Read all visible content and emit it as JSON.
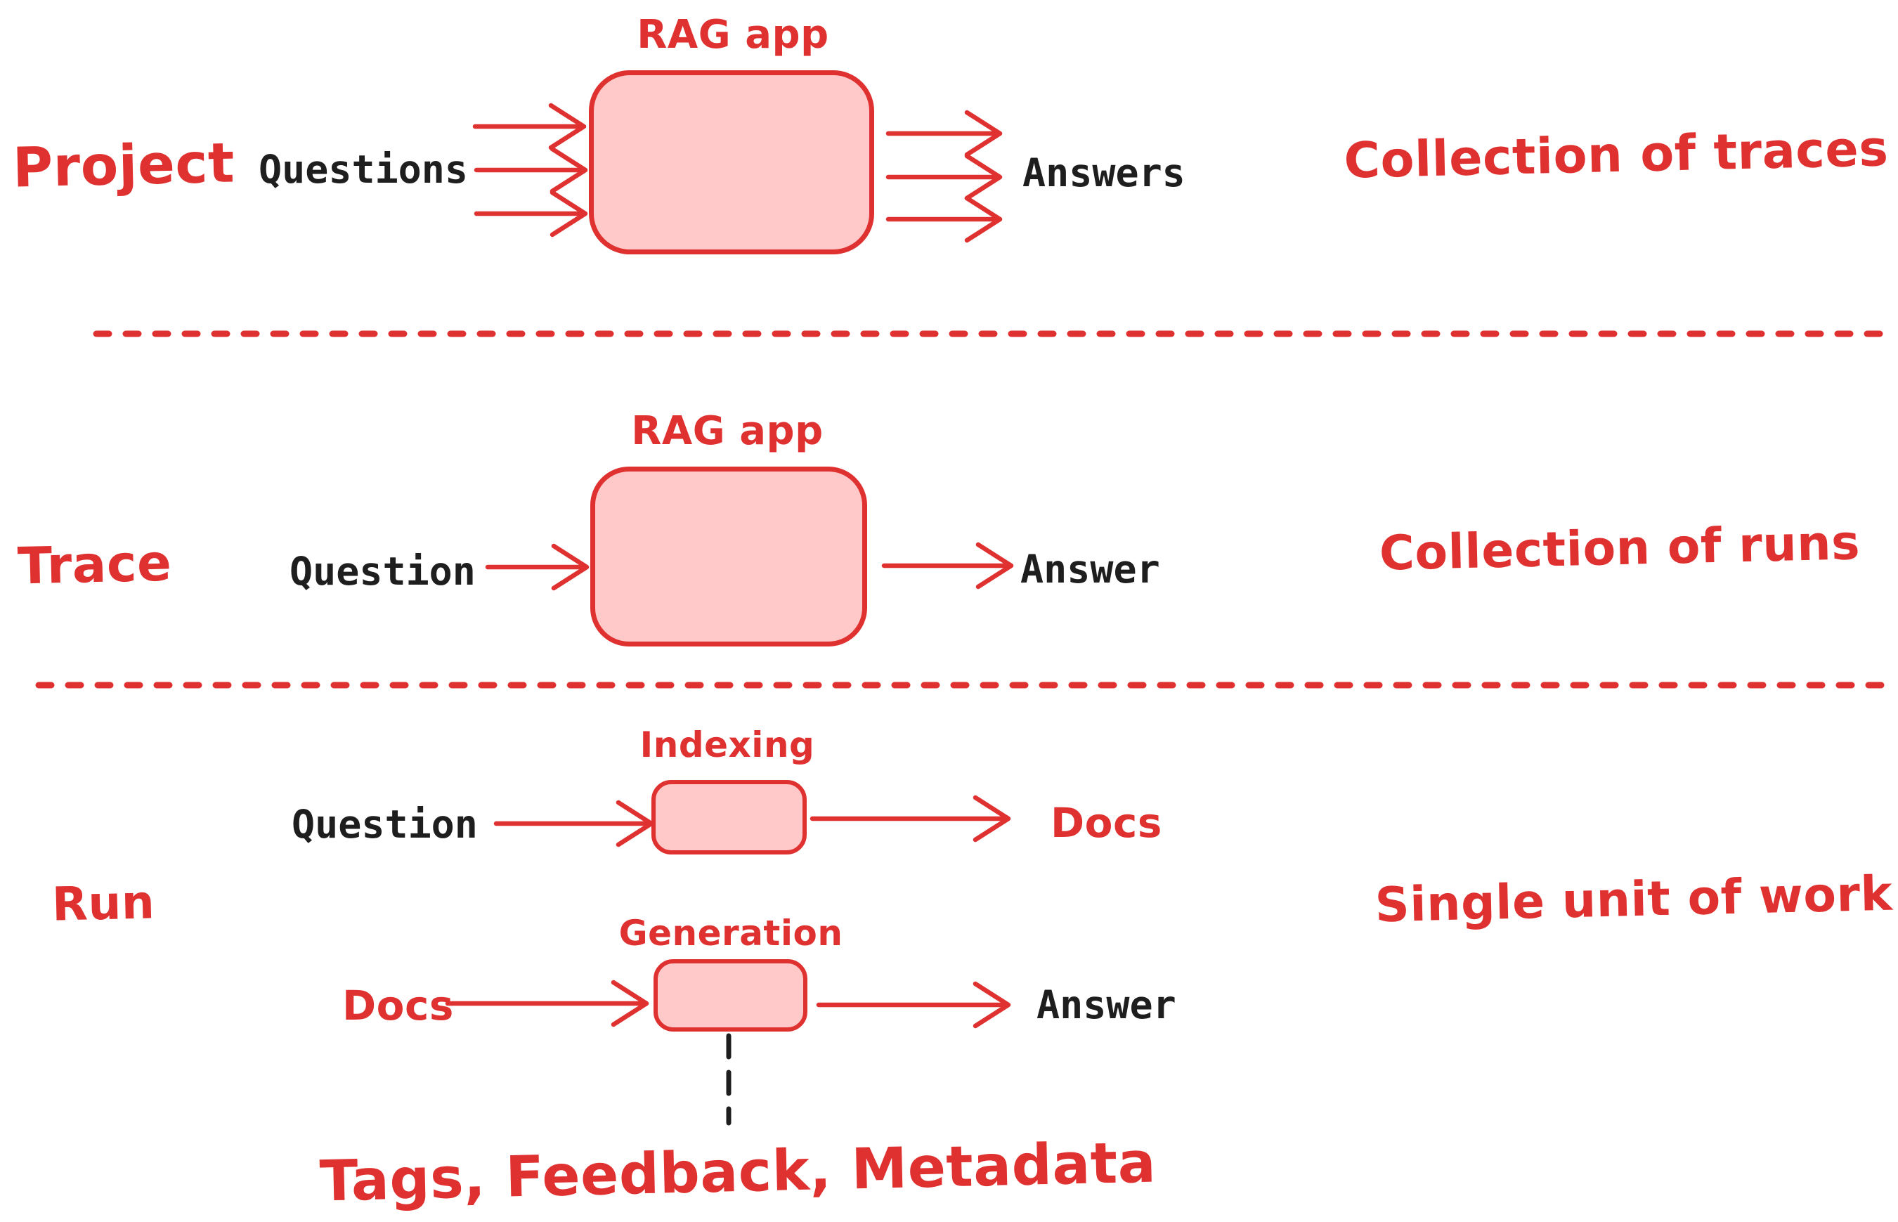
{
  "colors": {
    "accent_red": "#e03131",
    "box_fill": "#ffc9c9",
    "ink_black": "#1e1e1e",
    "background": "#ffffff"
  },
  "sections": [
    {
      "id": "project",
      "row_label": "Project",
      "box_label": "RAG app",
      "input_label": "Questions",
      "output_label": "Answers",
      "description": "Collection of traces"
    },
    {
      "id": "trace",
      "row_label": "Trace",
      "box_label": "RAG app",
      "input_label": "Question",
      "output_label": "Answer",
      "description": "Collection of runs"
    },
    {
      "id": "run",
      "row_label": "Run",
      "description": "Single unit of work",
      "flows": [
        {
          "box_label": "Indexing",
          "input_label": "Question",
          "output_label": "Docs"
        },
        {
          "box_label": "Generation",
          "input_label": "Docs",
          "output_label": "Answer"
        }
      ],
      "annotation": "Tags, Feedback, Metadata"
    }
  ]
}
